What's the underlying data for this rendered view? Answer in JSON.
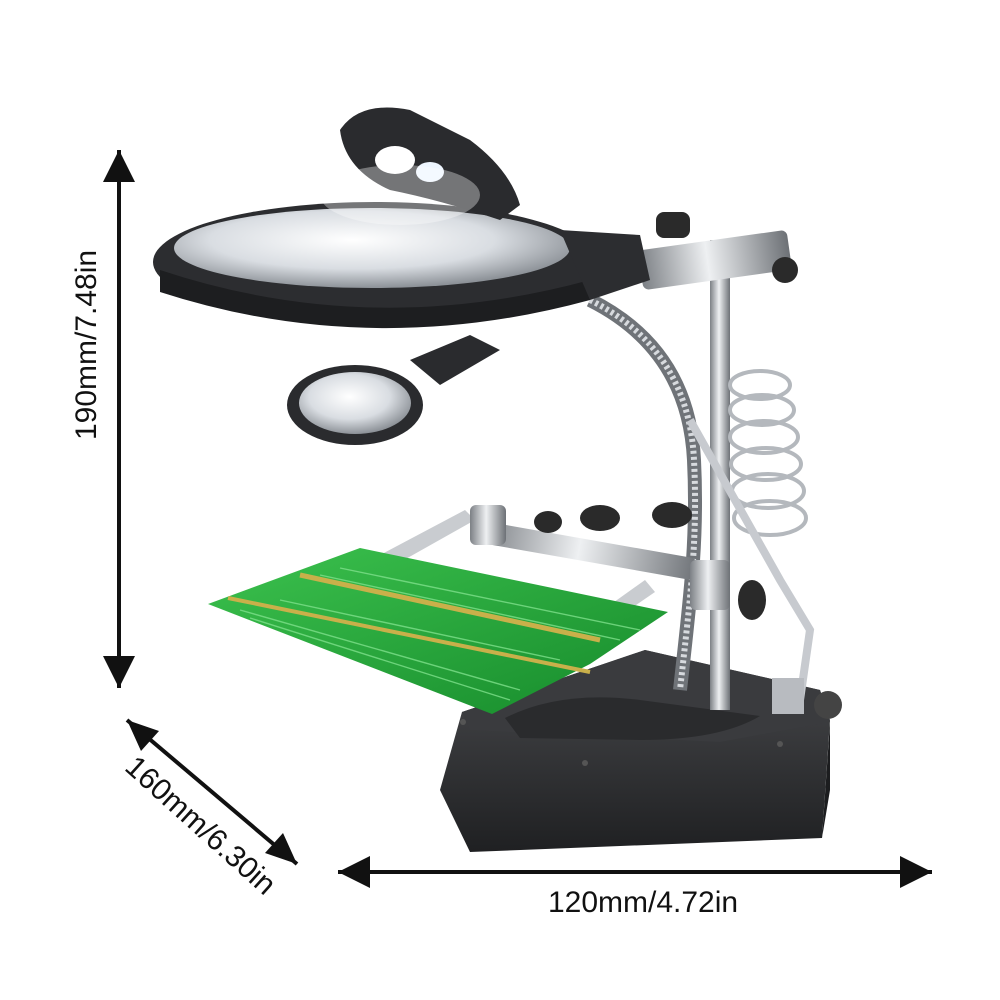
{
  "dimensions": {
    "height_label": "190mm/7.48in",
    "depth_label": "160mm/6.30in",
    "width_label": "120mm/4.72in"
  },
  "colors": {
    "arrow": "#111111",
    "base": "#2b2c2e",
    "pcb": "#1fa43a",
    "metal": "#b9bcc0"
  }
}
